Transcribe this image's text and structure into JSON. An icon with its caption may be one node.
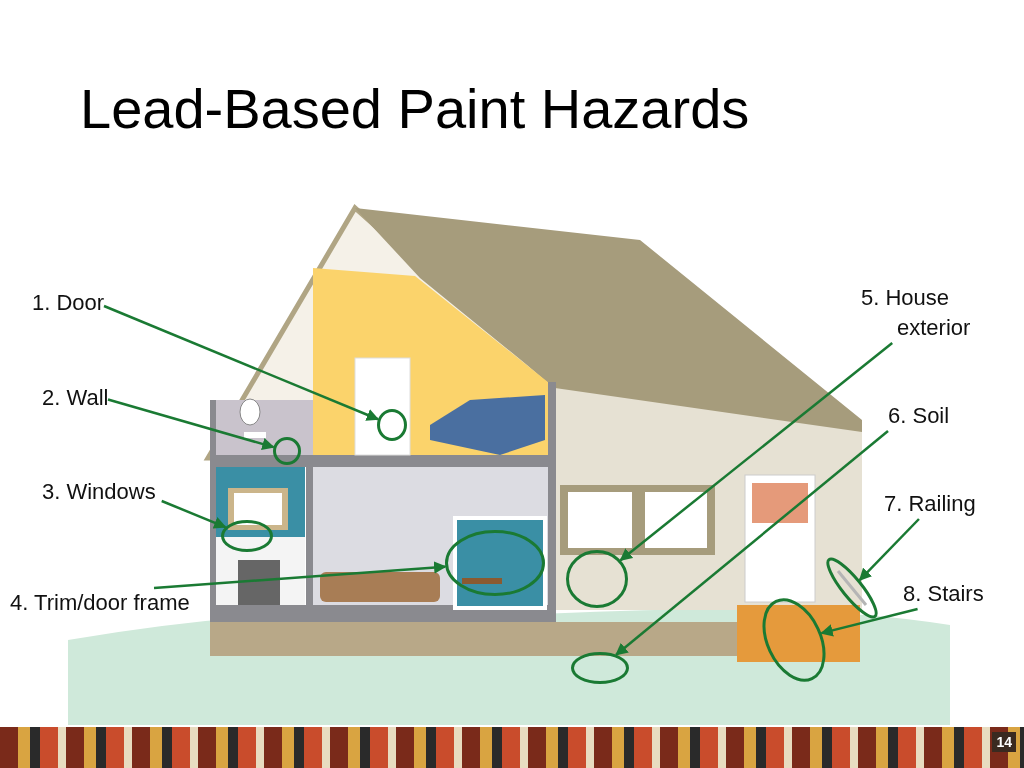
{
  "diagram": {
    "title": "Lead-Based Paint Hazards",
    "nodes": [
      {
        "text": [
          "1. Door"
        ]
      },
      {
        "text": [
          "2. Wall"
        ]
      },
      {
        "text": [
          "3. Windows"
        ]
      },
      {
        "text": [
          "4. Trim/door frame"
        ]
      },
      {
        "text": [
          "5. House exterior"
        ]
      },
      {
        "text": [
          "6. Soil"
        ]
      },
      {
        "text": [
          "7. Railing"
        ]
      },
      {
        "text": [
          "8. Stairs"
        ]
      },
      {
        "text": [],
        "shape": "circle"
      },
      {
        "text": [],
        "shape": "circle"
      },
      {
        "text": [],
        "shape": "circle"
      },
      {
        "text": [],
        "shape": "circle"
      },
      {
        "text": [],
        "shape": "circle"
      },
      {
        "text": [],
        "shape": "circle"
      },
      {
        "text": [],
        "shape": "circle"
      },
      {
        "text": [],
        "shape": "circle"
      }
    ],
    "edges": [
      {
        "from": 0,
        "to": 8,
        "arrow": "to"
      },
      {
        "from": 1,
        "to": 9,
        "arrow": "to"
      },
      {
        "from": 2,
        "to": 10,
        "arrow": "to"
      },
      {
        "from": 3,
        "to": 11,
        "arrow": "to"
      },
      {
        "from": 4,
        "to": 12,
        "arrow": "to"
      },
      {
        "from": 5,
        "to": 13,
        "arrow": "to"
      },
      {
        "from": 6,
        "to": 14,
        "arrow": "to"
      },
      {
        "from": 7,
        "to": 15,
        "arrow": "to"
      }
    ],
    "labels": [
      "14"
    ]
  }
}
